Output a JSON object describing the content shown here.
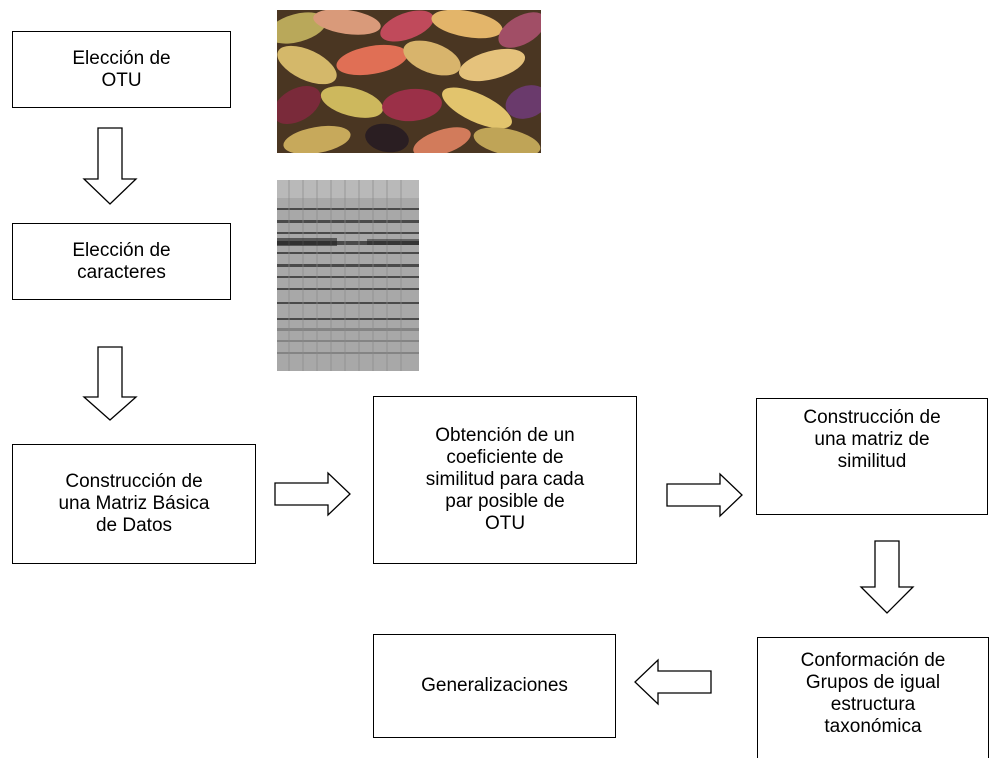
{
  "diagram": {
    "nodes": [
      {
        "id": "eleccion-otu",
        "label": "Elección de\nOTU"
      },
      {
        "id": "eleccion-caracteres",
        "label": "Elección de\ncaracteres"
      },
      {
        "id": "matriz-basica",
        "label": "Construcción de\nuna Matriz Básica\nde Datos"
      },
      {
        "id": "coeficiente",
        "label": "Obtención de un\ncoeficiente de\nsimilitud para cada\npar posible de\nOTU"
      },
      {
        "id": "matriz-similitud",
        "label": "Construcción de\nuna matriz de\nsimilitud"
      },
      {
        "id": "conformacion-grupos",
        "label": "Conformación de\nGrupos de igual\nestructura\ntaxonómica"
      },
      {
        "id": "generalizaciones",
        "label": "Generalizaciones"
      }
    ],
    "edges": [
      {
        "from": "eleccion-otu",
        "to": "eleccion-caracteres",
        "direction": "down"
      },
      {
        "from": "eleccion-caracteres",
        "to": "matriz-basica",
        "direction": "down"
      },
      {
        "from": "matriz-basica",
        "to": "coeficiente",
        "direction": "right"
      },
      {
        "from": "coeficiente",
        "to": "matriz-similitud",
        "direction": "right"
      },
      {
        "from": "matriz-similitud",
        "to": "conformacion-grupos",
        "direction": "down"
      },
      {
        "from": "conformacion-grupos",
        "to": "generalizaciones",
        "direction": "left"
      }
    ],
    "images": [
      {
        "id": "tubers-photo",
        "icon": "tuber-photo-icon"
      },
      {
        "id": "gel-photo",
        "icon": "electrophoresis-gel-icon"
      }
    ],
    "colors": {
      "stroke": "#000000",
      "fill": "#ffffff"
    }
  }
}
